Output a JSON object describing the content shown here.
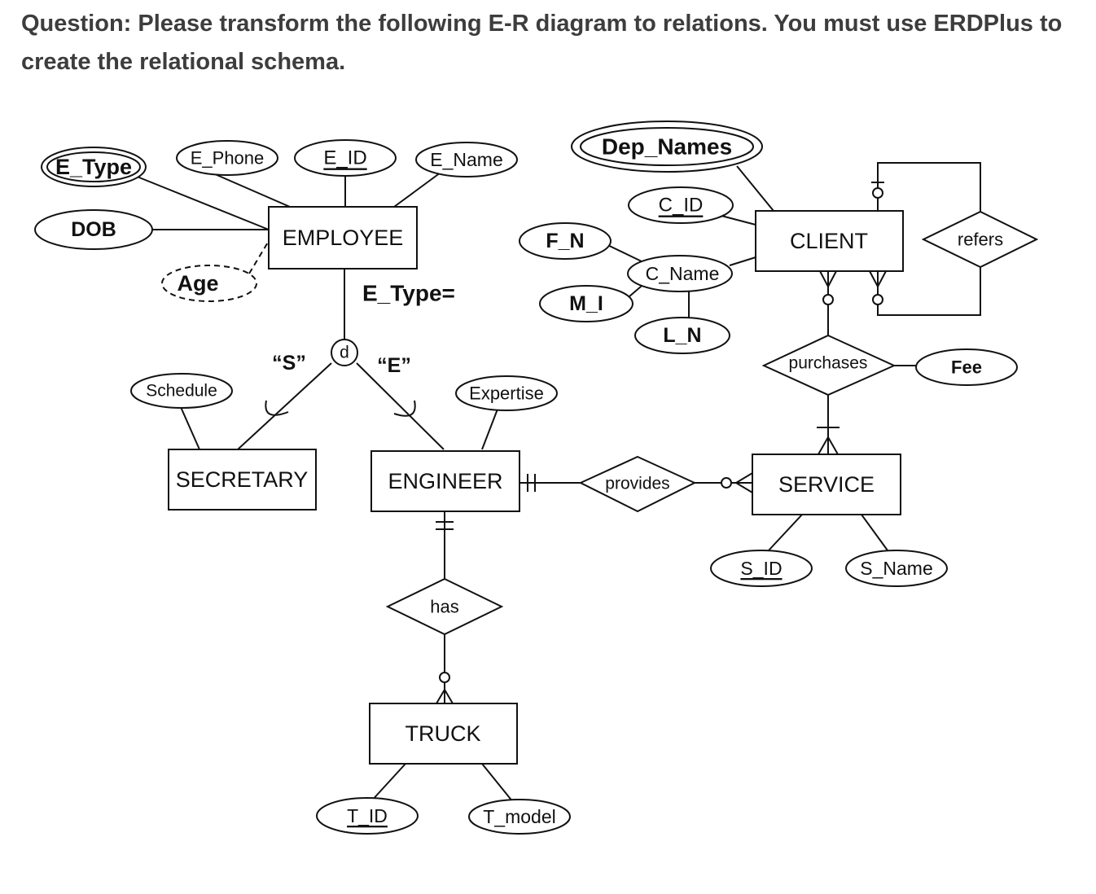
{
  "question": "Question: Please transform the following E-R diagram to relations. You must use ERDPlus to create the relational schema.",
  "entities": {
    "employee": "EMPLOYEE",
    "client": "CLIENT",
    "secretary": "SECRETARY",
    "engineer": "ENGINEER",
    "service": "SERVICE",
    "truck": "TRUCK"
  },
  "relationships": {
    "refers": "refers",
    "purchases": "purchases",
    "provides": "provides",
    "has": "has"
  },
  "attributes": {
    "e_type": "E_Type",
    "e_phone": "E_Phone",
    "e_id": "E_ID",
    "e_name": "E_Name",
    "dob": "DOB",
    "age": "Age",
    "dep_names": "Dep_Names",
    "c_id": "C_ID",
    "f_n": "F_N",
    "c_name": "C_Name",
    "m_i": "M_I",
    "l_n": "L_N",
    "fee": "Fee",
    "schedule": "Schedule",
    "expertise": "Expertise",
    "s_id": "S_ID",
    "s_name": "S_Name",
    "t_id": "T_ID",
    "t_model": "T_model"
  },
  "specialization": {
    "discriminator": "E_Type=",
    "disjoint_symbol": "d",
    "value_s": "“S”",
    "value_e": "“E”"
  }
}
